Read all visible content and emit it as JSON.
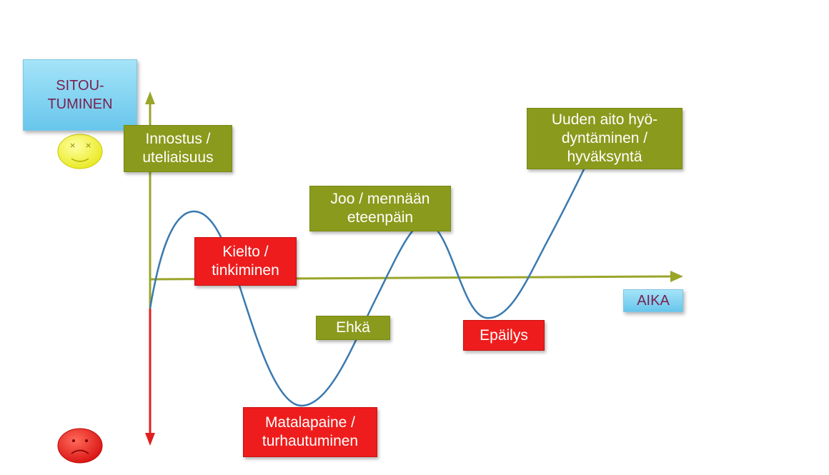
{
  "y_axis_label": "SITOU-\nTUMINEN",
  "x_axis_label": "AIKA",
  "stages": {
    "innostus": "Innostus /\nuteliaisuus",
    "kielto": "Kielto /\ntinkiminen",
    "matalapaine": "Matalapaine /\nturhautuminen",
    "ehka": "Ehkä",
    "joo": "Joo / mennään\neteenpäin",
    "epailys": "Epäilys",
    "uuden": "Uuden aito hyö-\ndyntäminen /\nhyväksyntä"
  },
  "colors": {
    "positive_box": "#8a9a1c",
    "negative_box": "#ee1c1c",
    "axis_positive": "#9aa52a",
    "axis_negative": "#e02020",
    "curve": "#3a7ab0",
    "happy_face": "#f2f23a",
    "sad_face": "#e62020"
  },
  "icons": [
    "happy-face-icon",
    "sad-face-icon"
  ]
}
